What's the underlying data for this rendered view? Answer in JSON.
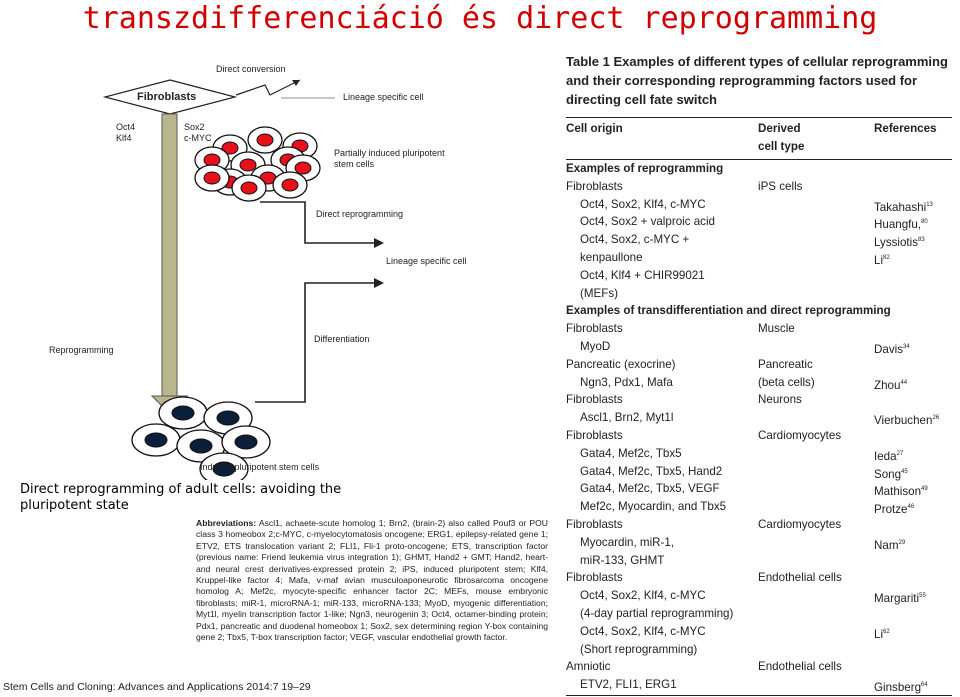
{
  "title": "transzdifferenciáció és direct reprogramming",
  "diagram": {
    "fibroblasts": "Fibroblasts",
    "direct_conversion": "Direct conversion",
    "lineage_specific_top": "Lineage specific cell",
    "factors_left": "Oct4\nKlf4",
    "factors_right": "Sox2\nc-MYC",
    "partial_ips": "Partially induced pluripotent\nstem cells",
    "direct_reprogramming": "Direct reprogramming",
    "lineage_specific_mid": "Lineage specific cell",
    "differentiation": "Differentiation",
    "reprogramming": "Reprogramming",
    "ips_cells": "Induced pluripotent stem cells",
    "cell_fill_partial": "#e8101a",
    "cell_fill_ips": "#0b1f3a",
    "arrow_color": "#b9b68c"
  },
  "caption": "Direct reprogramming of adult cells: avoiding the pluripotent state",
  "abbreviations": {
    "label": "Abbreviations:",
    "text": "Ascl1, achaete-scute homolog 1; Brn2, (brain-2) also called Pouf3 or POU class 3 homeobox 2;c-MYC, c-myelocytomatosis oncogene; ERG1, epilepsy-related gene 1; ETV2, ETS translocation variant 2; FLI1, Fli-1 proto-oncogene; ETS, transcription factor (previous name: Friend leukemia virus integration 1); GHMT, Hand2 + GMT; Hand2, heart- and neural crest derivatives-expressed protein 2; iPS, induced pluripotent stem; Klf4, Kruppel-like factor 4; Mafa, v-maf avian musculoaponeurotic fibrosarcoma oncogene homolog A; Mef2c, myocyte-specific enhancer factor 2C; MEFs, mouse embryonic fibroblasts; miR-1, microRNA-1; miR-133, microRNA-133; MyoD, myogenic differentiation; Myt1l, myelin transcription factor 1-like; Ngn3, neurogenin 3; Oct4, octamer-binding protein; Pdx1, pancreatic and duodenal homeobox 1; Sox2, sex determining region Y-box containing gene 2; Tbx5, T-box transcription factor; VEGF, vascular endothelial growth factor."
  },
  "source": "Stem Cells and Cloning: Advances and Applications 2014:7 19–29",
  "table": {
    "title": "Table 1 Examples of different types of cellular reprogramming and their corresponding reprogramming factors used for directing cell fate switch",
    "headers": {
      "origin": "Cell origin",
      "derived": "Derived\ncell type",
      "refs": "References"
    },
    "rows": [
      {
        "kind": "section",
        "text": "Examples of reprogramming"
      },
      {
        "origin": "Fibroblasts",
        "derived": "iPS cells",
        "ref": ""
      },
      {
        "origin": "Oct4, Sox2, Klf4, c-MYC",
        "indent": true,
        "ref": "Takahashi",
        "sup": "13"
      },
      {
        "origin": "Oct4, Sox2 + valproic acid",
        "indent": true,
        "ref": "Huangfu,",
        "sup": "80"
      },
      {
        "origin": "Oct4, Sox2, c-MYC +",
        "indent": true,
        "ref": "Lyssiotis",
        "sup": "83"
      },
      {
        "origin": "kenpaullone",
        "indent": true,
        "ref": "Li",
        "sup": "82"
      },
      {
        "origin": "Oct4, Klf4 + CHIR99021",
        "indent": true,
        "ref": ""
      },
      {
        "origin": "(MEFs)",
        "indent": true,
        "ref": ""
      },
      {
        "kind": "section",
        "text": "Examples of transdifferentiation and direct reprogramming"
      },
      {
        "origin": "Fibroblasts",
        "derived": "Muscle",
        "ref": ""
      },
      {
        "origin": "MyoD",
        "indent": true,
        "ref": "Davis",
        "sup": "34"
      },
      {
        "origin": "Pancreatic (exocrine)",
        "derived": "Pancreatic",
        "ref": ""
      },
      {
        "origin": "Ngn3, Pdx1, Mafa",
        "indent": true,
        "derived": "(beta cells)",
        "ref": "Zhou",
        "sup": "44"
      },
      {
        "origin": "Fibroblasts",
        "derived": "Neurons",
        "ref": ""
      },
      {
        "origin": "Ascl1, Brn2, Myt1l",
        "indent": true,
        "ref": "Vierbuchen",
        "sup": "26"
      },
      {
        "origin": "Fibroblasts",
        "derived": "Cardiomyocytes",
        "ref": ""
      },
      {
        "origin": "Gata4, Mef2c, Tbx5",
        "indent": true,
        "ref": "Ieda",
        "sup": "27"
      },
      {
        "origin": "Gata4, Mef2c, Tbx5, Hand2",
        "indent": true,
        "ref": "Song",
        "sup": "45"
      },
      {
        "origin": "Gata4, Mef2c, Tbx5, VEGF",
        "indent": true,
        "ref": "Mathison",
        "sup": "49"
      },
      {
        "origin": "Mef2c, Myocardin, and Tbx5",
        "indent": true,
        "ref": "Protze",
        "sup": "46"
      },
      {
        "origin": "Fibroblasts",
        "derived": "Cardiomyocytes",
        "ref": ""
      },
      {
        "origin": "Myocardin, miR-1,",
        "indent": true,
        "ref": "Nam",
        "sup": "29"
      },
      {
        "origin": "miR-133, GHMT",
        "indent": true,
        "ref": ""
      },
      {
        "origin": "Fibroblasts",
        "derived": "Endothelial cells",
        "ref": ""
      },
      {
        "origin": "Oct4, Sox2, Klf4, c-MYC",
        "indent": true,
        "ref": "Margariti",
        "sup": "55"
      },
      {
        "origin": "(4-day partial reprogramming)",
        "indent": true,
        "ref": ""
      },
      {
        "origin": "Oct4, Sox2, Klf4, c-MYC",
        "indent": true,
        "ref": "Li",
        "sup": "62"
      },
      {
        "origin": "(Short reprogramming)",
        "indent": true,
        "ref": ""
      },
      {
        "origin": "Amniotic",
        "derived": "Endothelial cells",
        "ref": ""
      },
      {
        "origin": "ETV2, FLI1, ERG1",
        "indent": true,
        "ref": "Ginsberg",
        "sup": "64"
      }
    ]
  }
}
